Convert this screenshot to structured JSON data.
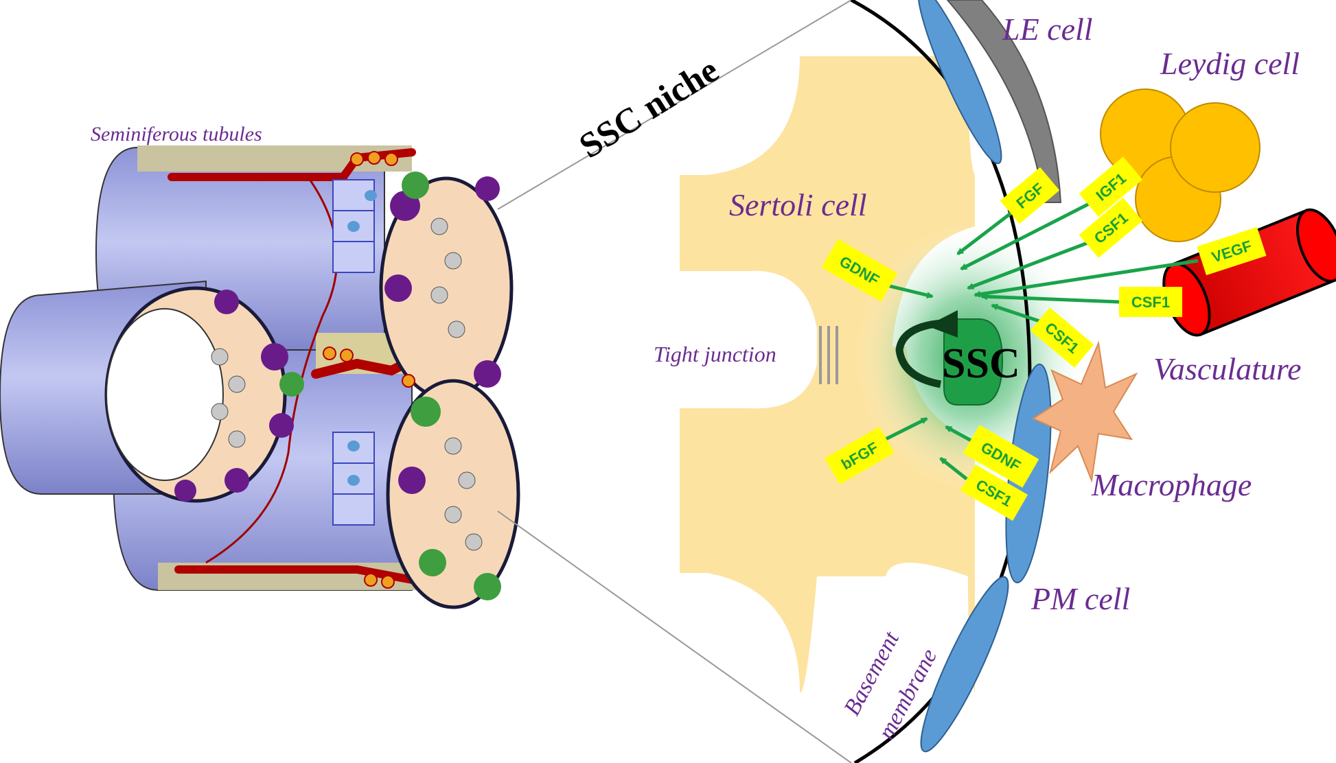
{
  "title": "SSC niche",
  "labels": {
    "seminiferous_tubules": "Seminiferous tubules",
    "le_cell": "LE cell",
    "leydig_cell": "Leydig cell",
    "sertoli_cell": "Sertoli cell",
    "tight_junction": "Tight junction",
    "vasculature": "Vasculature",
    "macrophage": "Macrophage",
    "pm_cell": "PM cell",
    "basement_membrane_1": "Basement",
    "basement_membrane_2": "membrane",
    "ssc": "SSC"
  },
  "factors": {
    "fgf": "FGF",
    "igf1": "IGF1",
    "csf1_leydig": "CSF1",
    "vegf": "VEGF",
    "csf1_vascular": "CSF1",
    "csf1_macrophage": "CSF1",
    "gdnf_sertoli": "GDNF",
    "bfgf": "bFGF",
    "gdnf_pm": "GDNF",
    "csf1_pm": "CSF1"
  },
  "colors": {
    "purple_text": "#6a2c91",
    "factor_text": "#1a9e3a",
    "factor_box": "#ffff00",
    "arrow_green": "#1aa34a",
    "sertoli": "#fde3a0",
    "ssc": "#1f9e48",
    "leydig": "#ffc000",
    "vessel": "#ff0000",
    "le_cell": "#808080",
    "pm_cell": "#5b9bd5",
    "macrophage": "#f4b183",
    "tubule": "#aab0e8"
  }
}
